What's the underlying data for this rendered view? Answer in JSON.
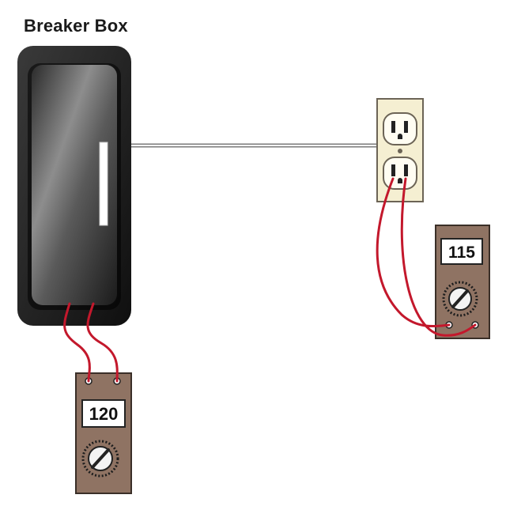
{
  "diagram": {
    "title": "Breaker Box",
    "meters": [
      {
        "reading": "120"
      },
      {
        "reading": "115"
      }
    ]
  },
  "colors": {
    "wire_red": "#c3182c",
    "meter_body": "#8f7363",
    "breaker_dark": "#222222",
    "outlet_plate": "#f5efd2"
  }
}
